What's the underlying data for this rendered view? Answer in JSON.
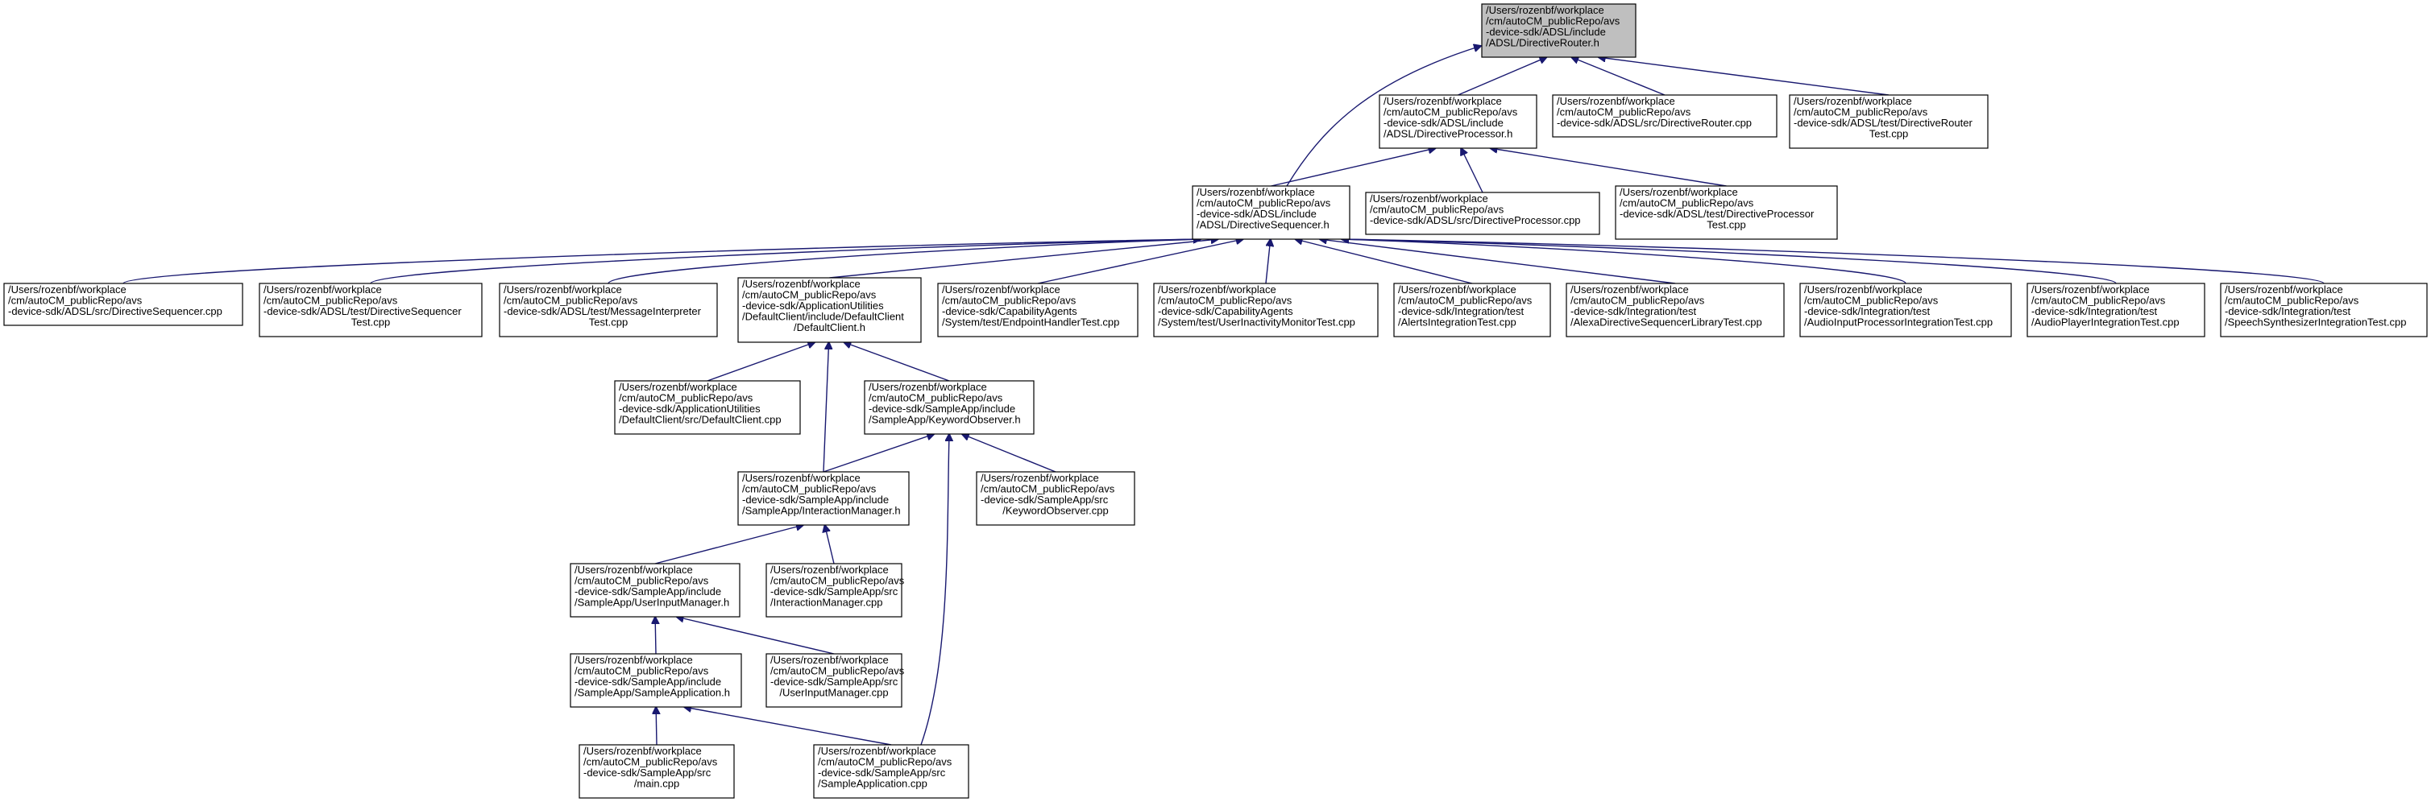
{
  "colors": {
    "background": "#ffffff",
    "root_fill": "#bfbfbf",
    "node_fill": "#ffffff",
    "node_border": "#000000",
    "edge": "#191970"
  },
  "nodes": [
    {
      "id": "n_router_h",
      "fill": "root",
      "lines": [
        "/Users/rozenbf/workplace",
        "/cm/autoCM_publicRepo/avs",
        "-device-sdk/ADSL/include",
        "/ADSL/DirectiveRouter.h"
      ]
    },
    {
      "id": "n_processor_h",
      "lines": [
        "/Users/rozenbf/workplace",
        "/cm/autoCM_publicRepo/avs",
        "-device-sdk/ADSL/include",
        "/ADSL/DirectiveProcessor.h"
      ]
    },
    {
      "id": "n_router_cpp",
      "lines": [
        "/Users/rozenbf/workplace",
        "/cm/autoCM_publicRepo/avs",
        "-device-sdk/ADSL/src/DirectiveRouter.cpp"
      ]
    },
    {
      "id": "n_router_test",
      "lines": [
        "/Users/rozenbf/workplace",
        "/cm/autoCM_publicRepo/avs",
        "-device-sdk/ADSL/test/DirectiveRouter",
        "Test.cpp"
      ]
    },
    {
      "id": "n_sequencer_h",
      "lines": [
        "/Users/rozenbf/workplace",
        "/cm/autoCM_publicRepo/avs",
        "-device-sdk/ADSL/include",
        "/ADSL/DirectiveSequencer.h"
      ]
    },
    {
      "id": "n_processor_cpp",
      "lines": [
        "/Users/rozenbf/workplace",
        "/cm/autoCM_publicRepo/avs",
        "-device-sdk/ADSL/src/DirectiveProcessor.cpp"
      ]
    },
    {
      "id": "n_processor_test",
      "lines": [
        "/Users/rozenbf/workplace",
        "/cm/autoCM_publicRepo/avs",
        "-device-sdk/ADSL/test/DirectiveProcessor",
        "Test.cpp"
      ]
    },
    {
      "id": "n_sequencer_cpp",
      "lines": [
        "/Users/rozenbf/workplace",
        "/cm/autoCM_publicRepo/avs",
        "-device-sdk/ADSL/src/DirectiveSequencer.cpp"
      ]
    },
    {
      "id": "n_sequencer_test",
      "lines": [
        "/Users/rozenbf/workplace",
        "/cm/autoCM_publicRepo/avs",
        "-device-sdk/ADSL/test/DirectiveSequencer",
        "Test.cpp"
      ]
    },
    {
      "id": "n_msginterp_test",
      "lines": [
        "/Users/rozenbf/workplace",
        "/cm/autoCM_publicRepo/avs",
        "-device-sdk/ADSL/test/MessageInterpreter",
        "Test.cpp"
      ]
    },
    {
      "id": "n_defaultclient_h",
      "lines": [
        "/Users/rozenbf/workplace",
        "/cm/autoCM_publicRepo/avs",
        "-device-sdk/ApplicationUtilities",
        "/DefaultClient/include/DefaultClient",
        "/DefaultClient.h"
      ]
    },
    {
      "id": "n_endpoint_test",
      "lines": [
        "/Users/rozenbf/workplace",
        "/cm/autoCM_publicRepo/avs",
        "-device-sdk/CapabilityAgents",
        "/System/test/EndpointHandlerTest.cpp"
      ]
    },
    {
      "id": "n_inactivity_test",
      "lines": [
        "/Users/rozenbf/workplace",
        "/cm/autoCM_publicRepo/avs",
        "-device-sdk/CapabilityAgents",
        "/System/test/UserInactivityMonitorTest.cpp"
      ]
    },
    {
      "id": "n_alerts_test",
      "lines": [
        "/Users/rozenbf/workplace",
        "/cm/autoCM_publicRepo/avs",
        "-device-sdk/Integration/test",
        "/AlertsIntegrationTest.cpp"
      ]
    },
    {
      "id": "n_alexaseq_test",
      "lines": [
        "/Users/rozenbf/workplace",
        "/cm/autoCM_publicRepo/avs",
        "-device-sdk/Integration/test",
        "/AlexaDirectiveSequencerLibraryTest.cpp"
      ]
    },
    {
      "id": "n_audioinput_test",
      "lines": [
        "/Users/rozenbf/workplace",
        "/cm/autoCM_publicRepo/avs",
        "-device-sdk/Integration/test",
        "/AudioInputProcessorIntegrationTest.cpp"
      ]
    },
    {
      "id": "n_audioplayer_test",
      "lines": [
        "/Users/rozenbf/workplace",
        "/cm/autoCM_publicRepo/avs",
        "-device-sdk/Integration/test",
        "/AudioPlayerIntegrationTest.cpp"
      ]
    },
    {
      "id": "n_speech_test",
      "lines": [
        "/Users/rozenbf/workplace",
        "/cm/autoCM_publicRepo/avs",
        "-device-sdk/Integration/test",
        "/SpeechSynthesizerIntegrationTest.cpp"
      ]
    },
    {
      "id": "n_defaultclient_cpp",
      "lines": [
        "/Users/rozenbf/workplace",
        "/cm/autoCM_publicRepo/avs",
        "-device-sdk/ApplicationUtilities",
        "/DefaultClient/src/DefaultClient.cpp"
      ]
    },
    {
      "id": "n_keyword_h",
      "lines": [
        "/Users/rozenbf/workplace",
        "/cm/autoCM_publicRepo/avs",
        "-device-sdk/SampleApp/include",
        "/SampleApp/KeywordObserver.h"
      ]
    },
    {
      "id": "n_interaction_h",
      "lines": [
        "/Users/rozenbf/workplace",
        "/cm/autoCM_publicRepo/avs",
        "-device-sdk/SampleApp/include",
        "/SampleApp/InteractionManager.h"
      ]
    },
    {
      "id": "n_keyword_cpp",
      "lines": [
        "/Users/rozenbf/workplace",
        "/cm/autoCM_publicRepo/avs",
        "-device-sdk/SampleApp/src",
        "/KeywordObserver.cpp"
      ]
    },
    {
      "id": "n_userinput_h",
      "lines": [
        "/Users/rozenbf/workplace",
        "/cm/autoCM_publicRepo/avs",
        "-device-sdk/SampleApp/include",
        "/SampleApp/UserInputManager.h"
      ]
    },
    {
      "id": "n_interaction_cpp",
      "lines": [
        "/Users/rozenbf/workplace",
        "/cm/autoCM_publicRepo/avs",
        "-device-sdk/SampleApp/src",
        "/InteractionManager.cpp"
      ]
    },
    {
      "id": "n_sampleapp_h",
      "lines": [
        "/Users/rozenbf/workplace",
        "/cm/autoCM_publicRepo/avs",
        "-device-sdk/SampleApp/include",
        "/SampleApp/SampleApplication.h"
      ]
    },
    {
      "id": "n_userinput_cpp",
      "lines": [
        "/Users/rozenbf/workplace",
        "/cm/autoCM_publicRepo/avs",
        "-device-sdk/SampleApp/src",
        "/UserInputManager.cpp"
      ]
    },
    {
      "id": "n_main_cpp",
      "lines": [
        "/Users/rozenbf/workplace",
        "/cm/autoCM_publicRepo/avs",
        "-device-sdk/SampleApp/src",
        "/main.cpp"
      ]
    },
    {
      "id": "n_sampleapp_cpp",
      "lines": [
        "/Users/rozenbf/workplace",
        "/cm/autoCM_publicRepo/avs",
        "-device-sdk/SampleApp/src",
        "/SampleApplication.cpp"
      ]
    }
  ],
  "edges": [
    {
      "from": "n_processor_h",
      "to": "n_router_h"
    },
    {
      "from": "n_router_cpp",
      "to": "n_router_h"
    },
    {
      "from": "n_router_test",
      "to": "n_router_h"
    },
    {
      "from": "n_sequencer_h",
      "to": "n_router_h"
    },
    {
      "from": "n_sequencer_h",
      "to": "n_processor_h"
    },
    {
      "from": "n_processor_cpp",
      "to": "n_processor_h"
    },
    {
      "from": "n_processor_test",
      "to": "n_processor_h"
    },
    {
      "from": "n_sequencer_cpp",
      "to": "n_sequencer_h"
    },
    {
      "from": "n_sequencer_test",
      "to": "n_sequencer_h"
    },
    {
      "from": "n_msginterp_test",
      "to": "n_sequencer_h"
    },
    {
      "from": "n_defaultclient_h",
      "to": "n_sequencer_h"
    },
    {
      "from": "n_endpoint_test",
      "to": "n_sequencer_h"
    },
    {
      "from": "n_inactivity_test",
      "to": "n_sequencer_h"
    },
    {
      "from": "n_alerts_test",
      "to": "n_sequencer_h"
    },
    {
      "from": "n_alexaseq_test",
      "to": "n_sequencer_h"
    },
    {
      "from": "n_audioinput_test",
      "to": "n_sequencer_h"
    },
    {
      "from": "n_audioplayer_test",
      "to": "n_sequencer_h"
    },
    {
      "from": "n_speech_test",
      "to": "n_sequencer_h"
    },
    {
      "from": "n_defaultclient_cpp",
      "to": "n_defaultclient_h"
    },
    {
      "from": "n_keyword_h",
      "to": "n_defaultclient_h"
    },
    {
      "from": "n_interaction_h",
      "to": "n_defaultclient_h"
    },
    {
      "from": "n_interaction_h",
      "to": "n_keyword_h"
    },
    {
      "from": "n_keyword_cpp",
      "to": "n_keyword_h"
    },
    {
      "from": "n_sampleapp_cpp",
      "to": "n_keyword_h"
    },
    {
      "from": "n_userinput_h",
      "to": "n_interaction_h"
    },
    {
      "from": "n_interaction_cpp",
      "to": "n_interaction_h"
    },
    {
      "from": "n_sampleapp_h",
      "to": "n_userinput_h"
    },
    {
      "from": "n_userinput_cpp",
      "to": "n_userinput_h"
    },
    {
      "from": "n_main_cpp",
      "to": "n_sampleapp_h"
    },
    {
      "from": "n_sampleapp_cpp",
      "to": "n_sampleapp_h"
    }
  ]
}
